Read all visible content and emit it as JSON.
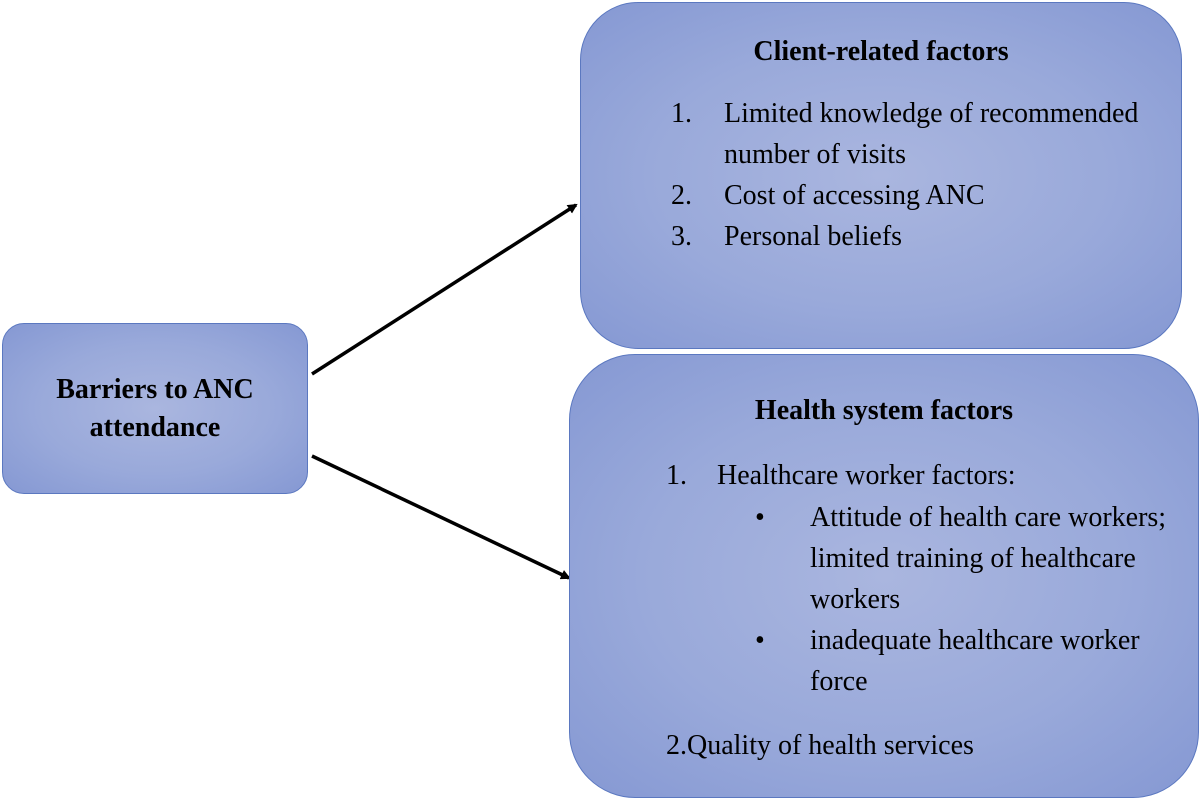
{
  "source": {
    "label": "Barriers to ANC attendance"
  },
  "client_factors": {
    "title": "Client-related factors",
    "items": [
      {
        "num": "1.",
        "text": "Limited knowledge of recommended number of visits"
      },
      {
        "num": "2.",
        "text": "Cost of accessing ANC"
      },
      {
        "num": "3.",
        "text": "Personal beliefs"
      }
    ]
  },
  "health_factors": {
    "title": "Health system factors",
    "item1": {
      "num": "1.",
      "text": "Healthcare worker factors:"
    },
    "bullets": [
      {
        "dot": "•",
        "text": "Attitude of health care workers; limited training of healthcare workers"
      },
      {
        "dot": "•",
        "text": "inadequate healthcare worker force"
      }
    ],
    "item2": "2.Quality of health services"
  },
  "colors": {
    "box_fill": "#99a9da",
    "box_border": "#5b78c0",
    "arrow": "#000000"
  }
}
